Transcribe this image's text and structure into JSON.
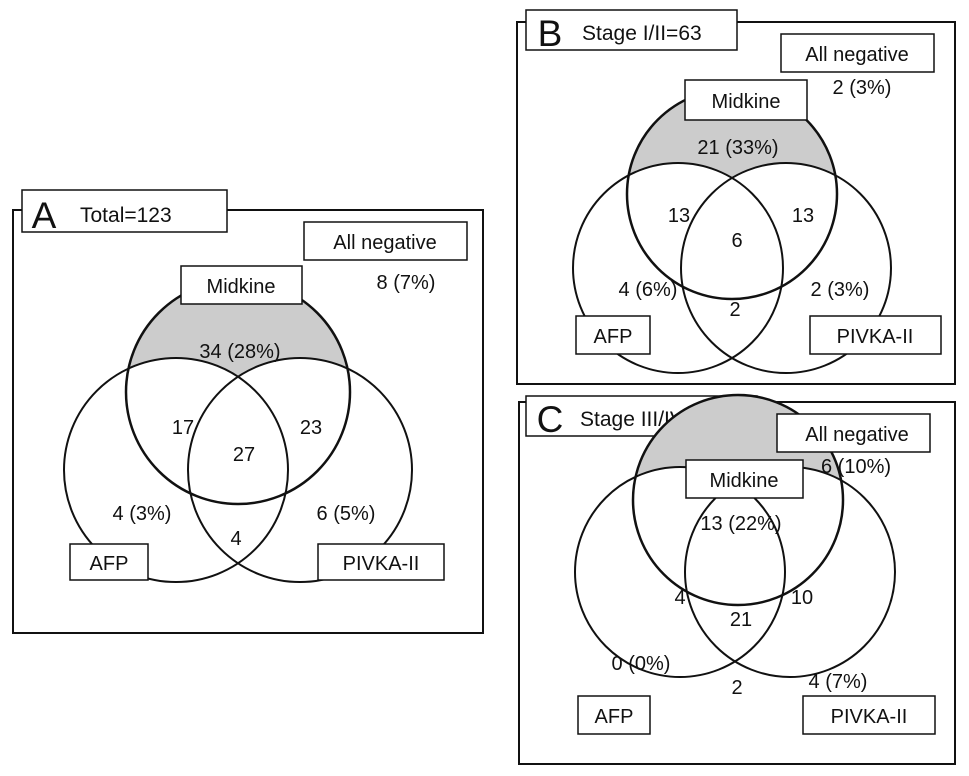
{
  "colors": {
    "midkine_only_fill": "#cccccc",
    "stroke": "#111111",
    "background": "#ffffff"
  },
  "panels": [
    {
      "letter": "A",
      "title": "Total=123",
      "all_negative_label": "All negative",
      "all_negative_value": "8 (7%)",
      "sets": {
        "midkine": "Midkine",
        "afp": "AFP",
        "pivka": "PIVKA-II"
      },
      "regions": {
        "midkine_only": "34 (28%)",
        "midkine_afp": "17",
        "midkine_pivka": "23",
        "all_three": "27",
        "afp_only": "4 (3%)",
        "pivka_only": "6 (5%)",
        "afp_pivka": "4"
      }
    },
    {
      "letter": "B",
      "title": "Stage I/II=63",
      "all_negative_label": "All negative",
      "all_negative_value": "2 (3%)",
      "sets": {
        "midkine": "Midkine",
        "afp": "AFP",
        "pivka": "PIVKA-II"
      },
      "regions": {
        "midkine_only": "21 (33%)",
        "midkine_afp": "13",
        "midkine_pivka": "13",
        "all_three": "6",
        "afp_only": "4 (6%)",
        "pivka_only": "2 (3%)",
        "afp_pivka": "2"
      }
    },
    {
      "letter": "C",
      "title": "Stage III/IV=60",
      "all_negative_label": "All negative",
      "all_negative_value": "6 (10%)",
      "sets": {
        "midkine": "Midkine",
        "afp": "AFP",
        "pivka": "PIVKA-II"
      },
      "regions": {
        "midkine_only": "13 (22%)",
        "midkine_afp": "4",
        "midkine_pivka": "10",
        "all_three": "21",
        "afp_only": "0 (0%)",
        "pivka_only": "4 (7%)",
        "afp_pivka": "2"
      }
    }
  ]
}
